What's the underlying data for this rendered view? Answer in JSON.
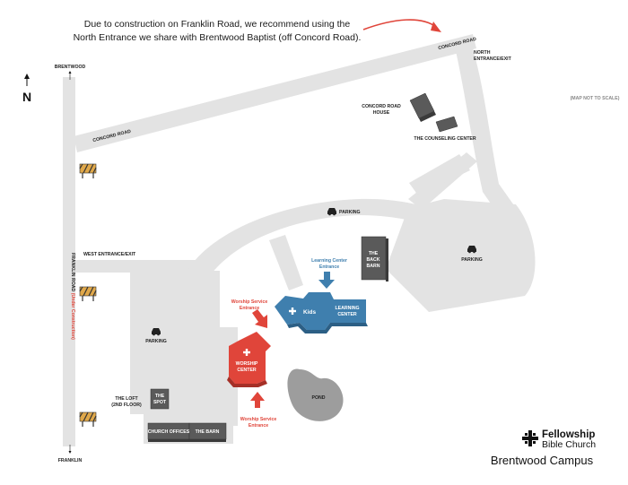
{
  "notice": {
    "line1": "Due to construction on Franklin Road, we recommend using the",
    "line2": "North Entrance we share with Brentwood Baptist (off Concord Road)."
  },
  "north_arrow": {
    "label": "N"
  },
  "scale_note": "(MAP NOT TO SCALE)",
  "roads": {
    "concord_road_main": "CONCORD ROAD",
    "concord_road_top": "CONCORD ROAD",
    "franklin_road": "FRANKLIN ROAD",
    "franklin_road_note": "(Under Construction)",
    "brentwood": "BRENTWOOD",
    "franklin": "FRANKLIN"
  },
  "entrances": {
    "north_line1": "NORTH",
    "north_line2": "ENTRANCE/EXIT",
    "west": "WEST ENTRANCE/EXIT",
    "worship_top_line1": "Worship Service",
    "worship_top_line2": "Entrance",
    "worship_bottom_line1": "Worship Service",
    "worship_bottom_line2": "Entrance",
    "learning_line1": "Learning Center",
    "learning_line2": "Entrance"
  },
  "buildings": {
    "concord_house_line1": "CONCORD ROAD",
    "concord_house_line2": "HOUSE",
    "counseling_center": "THE COUNSELING CENTER",
    "back_barn_line1": "THE",
    "back_barn_line2": "BACK",
    "back_barn_line3": "BARN",
    "kids": "Kids",
    "learning_center_line1": "LEARNING",
    "learning_center_line2": "CENTER",
    "worship_center_line1": "WORSHIP",
    "worship_center_line2": "CENTER",
    "pond": "POND",
    "the_spot_line1": "THE",
    "the_spot_line2": "SPOT",
    "loft_line1": "THE LOFT",
    "loft_line2": "(2ND FLOOR)",
    "church_offices": "CHURCH OFFICES",
    "the_barn": "THE BARN"
  },
  "parking": {
    "top": "PARKING",
    "east": "PARKING",
    "west": "PARKING"
  },
  "logo": {
    "line1": "Fellowship",
    "line2": "Bible Church",
    "campus": "Brentwood Campus"
  },
  "colors": {
    "road": "#e3e3e3",
    "building": "#5a5a5a",
    "worship": "#e0453a",
    "learning": "#3f7fae",
    "pond": "#9d9d9d",
    "barricade": "#e0a84a"
  }
}
